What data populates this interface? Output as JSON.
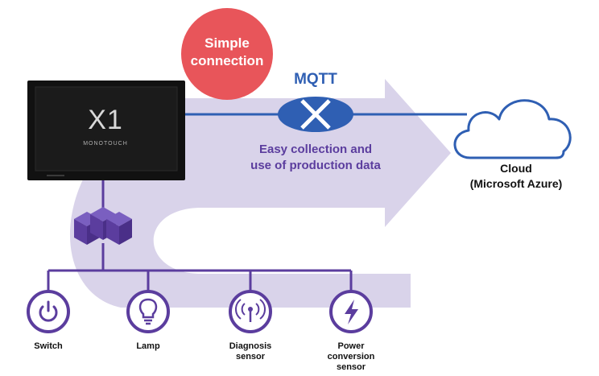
{
  "bubble": {
    "line1": "Simple",
    "line2": "connection",
    "color": "#e8555a"
  },
  "protocol": {
    "label": "MQTT",
    "color": "#2f5fb3"
  },
  "flow": {
    "line1": "Easy collection and",
    "line2": "use of production data",
    "color": "#d9d3ea"
  },
  "cloud": {
    "line1": "Cloud",
    "line2": "(Microsoft Azure)",
    "color": "#2f5fb3"
  },
  "hmi": {
    "title": "X1",
    "brand": "MONOTOUCH"
  },
  "hub": {
    "icon": "network-hub-icon",
    "color": "#5b3d9e"
  },
  "devices": [
    {
      "label_lines": [
        "Switch"
      ],
      "icon": "power-icon"
    },
    {
      "label_lines": [
        "Lamp"
      ],
      "icon": "bulb-icon"
    },
    {
      "label_lines": [
        "Diagnosis",
        "sensor"
      ],
      "icon": "broadcast-icon"
    },
    {
      "label_lines": [
        "Power",
        "conversion",
        "sensor"
      ],
      "icon": "bolt-icon"
    }
  ]
}
